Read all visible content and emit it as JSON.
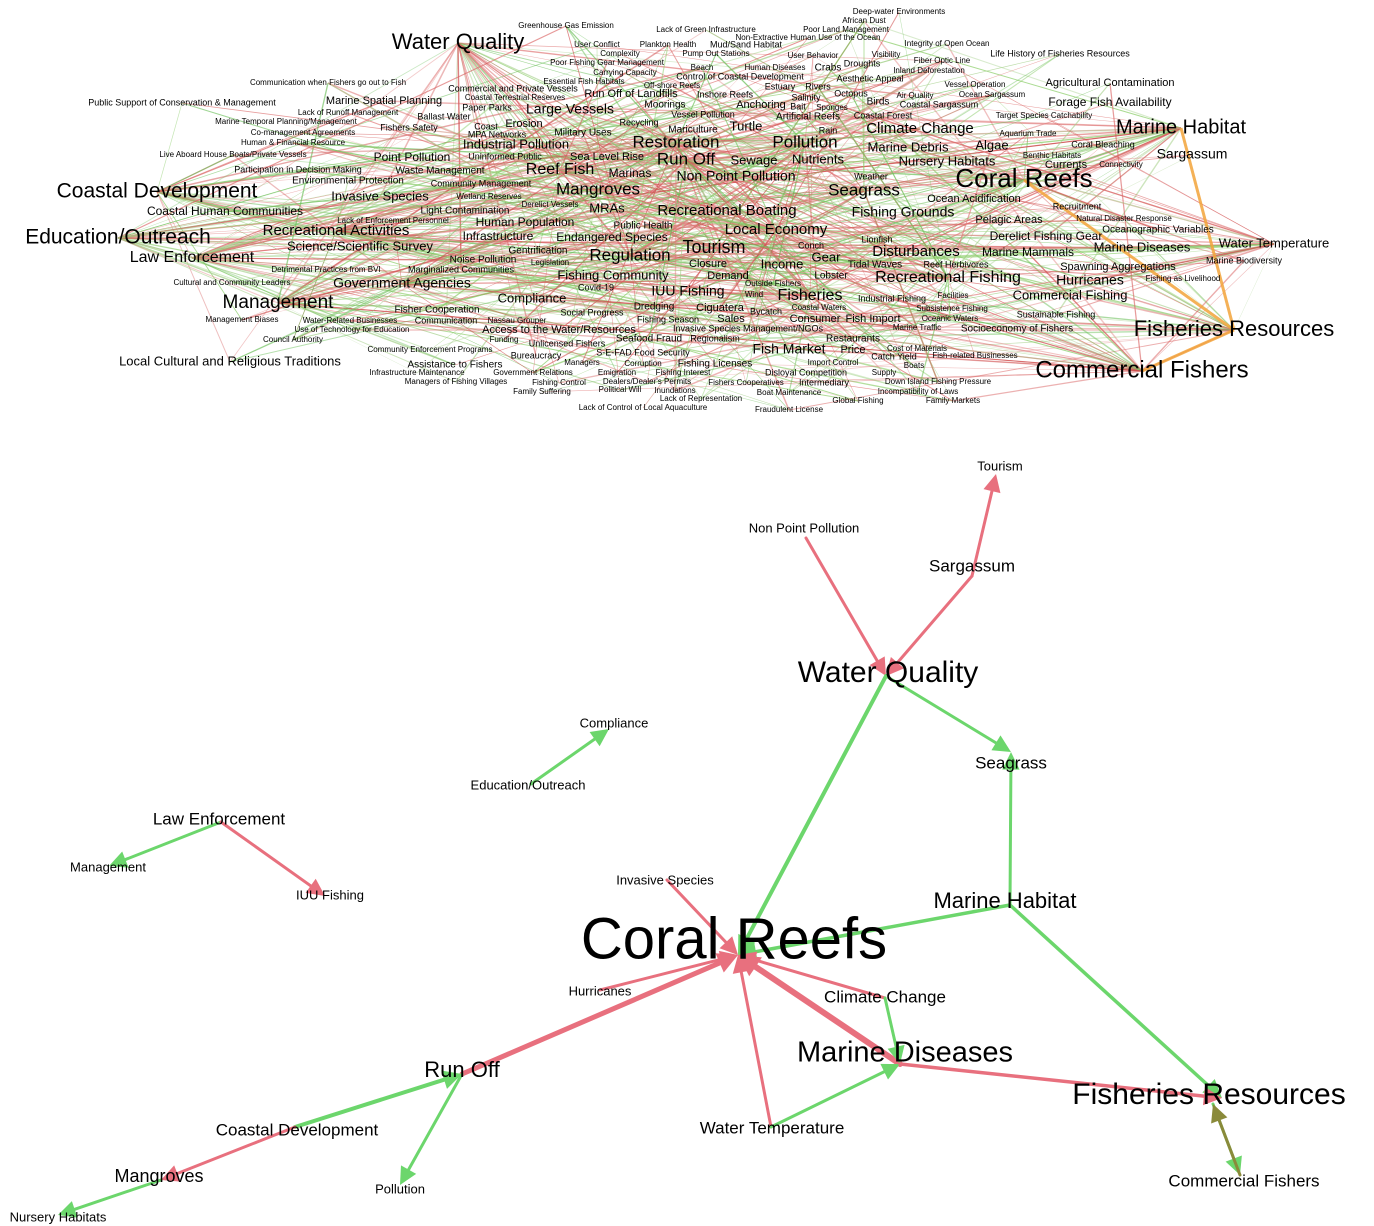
{
  "colors": {
    "positive": "#6cd66c",
    "negative": "#e8707e",
    "mixed": "#8a8a3a",
    "background": "#ffffff",
    "text": "#000000"
  },
  "full_network": {
    "labels": [
      "Water Quality",
      "Coastal Development",
      "Education/Outreach",
      "Law Enforcement",
      "Management",
      "Local Cultural and Religious Traditions",
      "Public Support of Conservation & Management",
      "Marine Spatial Planning",
      "Recreational Activities",
      "Science/Scientific Survey",
      "Government Agencies",
      "Invasive Species",
      "Coastal Human Communities",
      "Reef Fish",
      "Mangroves",
      "Restoration",
      "Run Off",
      "Pollution",
      "Non Point Pollution",
      "Recreational Boating",
      "Local Economy",
      "Tourism",
      "Regulation",
      "Fishing Community",
      "IUU Fishing",
      "Compliance",
      "Seagrass",
      "Fishing Grounds",
      "Coral Reefs",
      "Marine Habitat",
      "Sargassum",
      "Climate Change",
      "Marine Debris",
      "Nursery Habitats",
      "Algae",
      "Disturbances",
      "Recreational Fishing",
      "Fisheries",
      "Marine Diseases",
      "Hurricanes",
      "Commercial Fishing",
      "Fisheries Resources",
      "Commercial Fishers",
      "Water Temperature",
      "Forage Fish Availability",
      "Agricultural Contamination",
      "Life History of Fisheries Resources",
      "Large Vessels",
      "Industrial Pollution",
      "Point Pollution",
      "Sewage",
      "Nutrients",
      "MRAs",
      "Human Population",
      "Endangered Species",
      "Infrastructure",
      "Income",
      "Gear",
      "Fish Market",
      "Ocean Acidification",
      "Pelagic Areas",
      "Derelict Fishing Gear",
      "Marine Mammals",
      "Spawning Aggregations",
      "Oceanographic Variables",
      "Marine Biodiversity",
      "Currents",
      "Coral Bleaching",
      "Sea Level Rise",
      "Marinas",
      "Erosion",
      "Turtle",
      "Mariculture",
      "Artificial Reefs",
      "Birds",
      "Rain",
      "Closure",
      "Demand",
      "Ciguatera",
      "Sales",
      "Consumer",
      "Fish Import",
      "Price",
      "Restaurants",
      "Socioeconomy of Fishers",
      "Sustainable Fishing",
      "Waste Management",
      "Environmental Protection",
      "Community Management",
      "Light Contamination",
      "Noise Pollution",
      "Gentrification",
      "Fisher Cooperation",
      "Communication",
      "Social Progress",
      "Public Health",
      "Dredging",
      "Fishing Season",
      "Seafood Fraud",
      "Food Security",
      "Assistance to Fishers",
      "Unlicensed Fishers",
      "Bureaucracy",
      "Fishing Licenses",
      "Lobster",
      "Conch",
      "Lionfish",
      "Tidal Waves",
      "Reef Herbivores",
      "Weather",
      "Recruitment",
      "Natural Disaster Response",
      "Benthic Habitats",
      "Aquarium Trade",
      "Target Species Catchability",
      "Vessel Operation",
      "Ocean Sargassum",
      "Air Quality",
      "Coastal Sargassum",
      "Coastal Forest",
      "Octopus",
      "Sponges",
      "Bait",
      "Salinity",
      "Rivers",
      "Estuary",
      "Crabs",
      "Droughts",
      "Aesthetic Appeal",
      "Inland Deforestation",
      "Fiber Optic Line",
      "Integrity of Open Ocean",
      "Visibility",
      "Deep-water Environments",
      "African Dust",
      "Poor Land Management",
      "Non-Extractive Human Use of the Ocean",
      "Lack of Green Infrastructure",
      "Greenhouse Gas Emission",
      "User Conflict",
      "Plankton Health",
      "Mud/Sand Habitat",
      "Complexity",
      "Pump Out Stations",
      "User Behavior",
      "Poor Fishing Gear Management",
      "Beach",
      "Human Diseases",
      "Carrying Capacity",
      "Control of Coastal Development",
      "Essential Fish Habitats",
      "Off-shore Reefs",
      "Commercial and Private Vessels",
      "Run Off of Landfills",
      "Inshore Reefs",
      "Coastal Terrestrial Reserves",
      "Moorings",
      "Anchoring",
      "Paper Parks",
      "Vessel Pollution",
      "Ballast Water",
      "Recycling",
      "Coast",
      "Fishers Safety",
      "MPA Networks",
      "Military Uses",
      "Uninformed Public",
      "Communication when Fishers go out to Fish",
      "Lack of Runoff Management",
      "Marine Temporal Planning/Management",
      "Co-management Agreements",
      "Human & Financial Resource",
      "Live Aboard House Boats/Private Vessels",
      "Participation in Decision Making",
      "Wetland Reserves",
      "Derelict Vessels",
      "Lack of Enforcement Personnel",
      "Detrimental Practices from BVI",
      "Marginalized Communities",
      "Legislation",
      "Cultural and Community Leaders",
      "Covid-19",
      "Management Biases",
      "Water-Related Businesses",
      "Nassau Grouper",
      "Use of Technology for Education",
      "Access to the Water/Resources",
      "Council Authority",
      "Funding",
      "Community Enforcement Programs",
      "Infrastructure Maintenance",
      "Government Relations",
      "Managers of Fishing Villages",
      "Fishing Control",
      "Family Suffering",
      "Emigration",
      "Dealers/Dealer's Permits",
      "Political Will",
      "Lack of Control of Local Aquaculture",
      "Managers",
      "Corruption",
      "Fishing Interest",
      "Inundations",
      "Lack of Representation",
      "Fishers Cooperatives",
      "Boat Maintenance",
      "Fraudulent License",
      "Intermediary",
      "Disloyal Competition",
      "Global Fishing",
      "Supply",
      "Incompatibility of Laws",
      "Boats",
      "Down Island Fishing Pressure",
      "Family Markets",
      "Import Control",
      "Catch Yield",
      "Cost of Materials",
      "Fish-related Businesses",
      "Marine Traffic",
      "Oceanic Waters",
      "Subsistence Fishing",
      "Industrial Fishing",
      "Facilities",
      "Coastal Waters",
      "Bycatch",
      "Outside Fishers",
      "Wind",
      "Invasive Species Management/NGOs",
      "Regionalism",
      "S-E-FAD",
      "Fishing as Livelihood",
      "Connectivity"
    ]
  },
  "subnetwork": {
    "nodes": {
      "tourism": "Tourism",
      "non_point_pollution": "Non Point Pollution",
      "sargassum": "Sargassum",
      "water_quality": "Water Quality",
      "compliance": "Compliance",
      "education_outreach": "Education/Outreach",
      "seagrass": "Seagrass",
      "law_enforcement": "Law Enforcement",
      "management": "Management",
      "iuu_fishing": "IUU Fishing",
      "invasive_species": "Invasive Species",
      "marine_habitat": "Marine Habitat",
      "coral_reefs": "Coral Reefs",
      "hurricanes": "Hurricanes",
      "climate_change": "Climate Change",
      "marine_diseases": "Marine Diseases",
      "run_off": "Run Off",
      "fisheries_resources": "Fisheries Resources",
      "coastal_development": "Coastal Development",
      "water_temperature": "Water Temperature",
      "mangroves": "Mangroves",
      "pollution": "Pollution",
      "commercial_fishers": "Commercial Fishers",
      "nursery_habitats": "Nursery Habitats"
    },
    "edges": [
      {
        "from": "sargassum",
        "to": "tourism",
        "sign": "negative"
      },
      {
        "from": "non_point_pollution",
        "to": "water_quality",
        "sign": "negative"
      },
      {
        "from": "sargassum",
        "to": "water_quality",
        "sign": "negative"
      },
      {
        "from": "water_quality",
        "to": "seagrass",
        "sign": "positive"
      },
      {
        "from": "water_quality",
        "to": "coral_reefs",
        "sign": "positive"
      },
      {
        "from": "education_outreach",
        "to": "compliance",
        "sign": "positive"
      },
      {
        "from": "law_enforcement",
        "to": "management",
        "sign": "positive"
      },
      {
        "from": "law_enforcement",
        "to": "iuu_fishing",
        "sign": "negative"
      },
      {
        "from": "marine_habitat",
        "to": "seagrass",
        "sign": "positive"
      },
      {
        "from": "marine_habitat",
        "to": "coral_reefs",
        "sign": "positive"
      },
      {
        "from": "marine_habitat",
        "to": "fisheries_resources",
        "sign": "positive"
      },
      {
        "from": "invasive_species",
        "to": "coral_reefs",
        "sign": "negative"
      },
      {
        "from": "hurricanes",
        "to": "coral_reefs",
        "sign": "negative"
      },
      {
        "from": "run_off",
        "to": "coral_reefs",
        "sign": "negative"
      },
      {
        "from": "climate_change",
        "to": "coral_reefs",
        "sign": "negative"
      },
      {
        "from": "marine_diseases",
        "to": "coral_reefs",
        "sign": "negative"
      },
      {
        "from": "water_temperature",
        "to": "coral_reefs",
        "sign": "negative"
      },
      {
        "from": "climate_change",
        "to": "marine_diseases",
        "sign": "positive"
      },
      {
        "from": "water_temperature",
        "to": "marine_diseases",
        "sign": "positive"
      },
      {
        "from": "marine_diseases",
        "to": "fisheries_resources",
        "sign": "negative"
      },
      {
        "from": "coastal_development",
        "to": "run_off",
        "sign": "positive"
      },
      {
        "from": "coastal_development",
        "to": "mangroves",
        "sign": "negative"
      },
      {
        "from": "run_off",
        "to": "pollution",
        "sign": "positive"
      },
      {
        "from": "mangroves",
        "to": "nursery_habitats",
        "sign": "positive"
      },
      {
        "from": "fisheries_resources",
        "to": "commercial_fishers",
        "sign": "positive"
      },
      {
        "from": "commercial_fishers",
        "to": "fisheries_resources",
        "sign": "mixed"
      }
    ]
  }
}
